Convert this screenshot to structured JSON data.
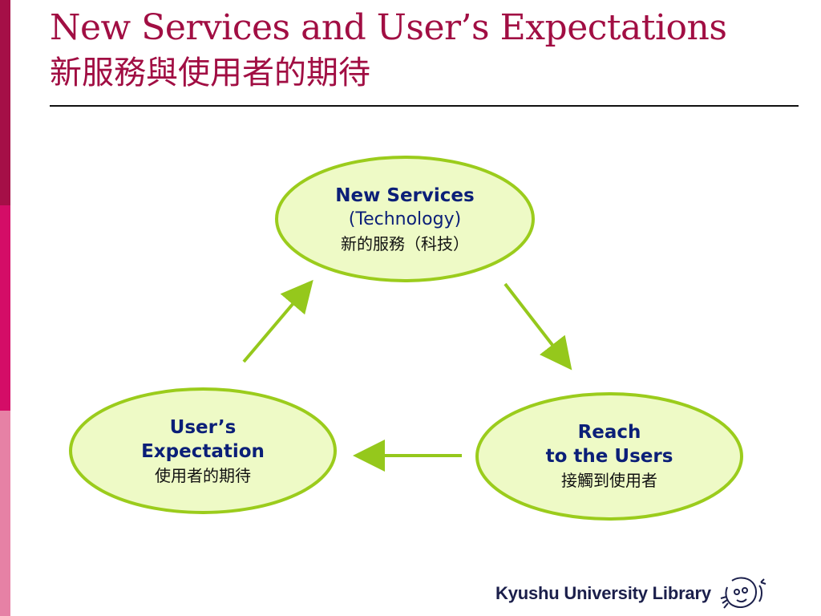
{
  "slide": {
    "title_en": "New Services and User’s Expectations",
    "title_zh": "新服務與使用者的期待"
  },
  "diagram": {
    "nodes": {
      "top": {
        "line1": "New Services",
        "line2": "(Technology)",
        "line3": "新的服務（科技）"
      },
      "left": {
        "line1": "User’s",
        "line2": "Expectation",
        "line3": "使用者的期待"
      },
      "right": {
        "line1": "Reach",
        "line2": "to the Users",
        "line3": "接觸到使用者"
      }
    }
  },
  "footer": {
    "brand": "Kyushu University Library",
    "mascot_icon": "library-mascot-icon"
  },
  "colors": {
    "title": "#a10e43",
    "node_fill": "#eefac6",
    "node_stroke": "#9bcc1c",
    "arrow": "#95c81c",
    "node_text": "#0b1f78"
  }
}
